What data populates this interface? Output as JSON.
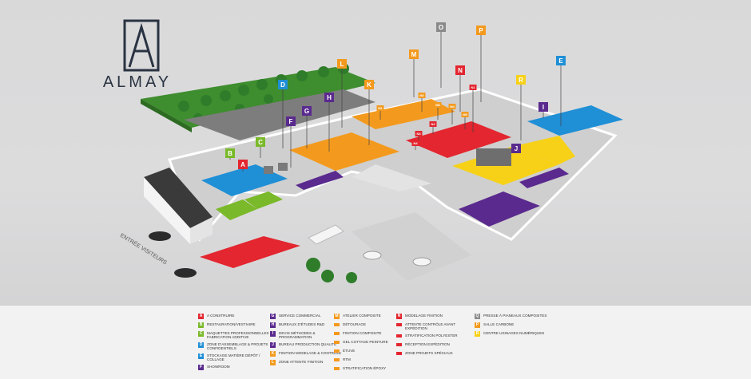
{
  "brand": {
    "name": "ALMAY"
  },
  "entrance_label": "ENTRÉE VISITEURS",
  "colors": {
    "red": "#e3262f",
    "green": "#7ab929",
    "blue": "#1f8fd6",
    "purple": "#5a2a8e",
    "orange": "#f39a1e",
    "yellow": "#f7d117",
    "grey": "#8a8a8a",
    "dgrey": "#555555",
    "salmon": "#f09a80"
  },
  "map_pins": [
    {
      "id": "A",
      "color": "red"
    },
    {
      "id": "B",
      "color": "green"
    },
    {
      "id": "C",
      "color": "green"
    },
    {
      "id": "D",
      "color": "blue"
    },
    {
      "id": "E",
      "color": "blue"
    },
    {
      "id": "F",
      "color": "purple"
    },
    {
      "id": "G",
      "color": "purple"
    },
    {
      "id": "H",
      "color": "purple"
    },
    {
      "id": "I",
      "color": "purple"
    },
    {
      "id": "J",
      "color": "purple"
    },
    {
      "id": "K",
      "color": "orange"
    },
    {
      "id": "L",
      "color": "orange"
    },
    {
      "id": "M",
      "color": "orange"
    },
    {
      "id": "N",
      "color": "red"
    },
    {
      "id": "O",
      "color": "grey"
    },
    {
      "id": "P",
      "color": "orange"
    },
    {
      "id": "R",
      "color": "yellow"
    },
    {
      "id": "M1",
      "color": "orange"
    },
    {
      "id": "M2",
      "color": "orange"
    },
    {
      "id": "M3",
      "color": "orange"
    },
    {
      "id": "M4",
      "color": "orange"
    },
    {
      "id": "M5",
      "color": "orange"
    },
    {
      "id": "N1",
      "color": "red"
    },
    {
      "id": "N2",
      "color": "red"
    },
    {
      "id": "N3",
      "color": "red"
    },
    {
      "id": "N4",
      "color": "red"
    }
  ],
  "legend": {
    "col1": [
      {
        "code": "A",
        "color": "red",
        "label": "A construire"
      },
      {
        "code": "B",
        "color": "green",
        "label": "Restauration/vestiaire"
      },
      {
        "code": "C",
        "color": "green",
        "label": "Maquettes professionnelles fabrication additive"
      },
      {
        "code": "D",
        "color": "blue",
        "label": "Zone d'assemblage & projets confidentiels"
      },
      {
        "code": "E",
        "color": "blue",
        "label": "Stockage matière dépôt / collage"
      },
      {
        "code": "F",
        "color": "purple",
        "label": "Showroom"
      }
    ],
    "col2": [
      {
        "code": "G",
        "color": "purple",
        "label": "Service commercial"
      },
      {
        "code": "H",
        "color": "purple",
        "label": "Bureaux d'études R&D"
      },
      {
        "code": "I",
        "color": "purple",
        "label": "Devis méthodes & programmation"
      },
      {
        "code": "J",
        "color": "purple",
        "label": "Bureau production qualité"
      },
      {
        "code": "K",
        "color": "orange",
        "label": "Finition modelage & contrôle"
      },
      {
        "code": "L",
        "color": "orange",
        "label": "Zone attente finition"
      }
    ],
    "col3": [
      {
        "code": "M",
        "color": "orange",
        "label": "Atelier composite"
      },
      {
        "code": "",
        "color": "orange",
        "label": "Détourage"
      },
      {
        "code": "",
        "color": "orange",
        "label": "Finition composite"
      },
      {
        "code": "",
        "color": "orange",
        "label": "Gel cottage peinture"
      },
      {
        "code": "",
        "color": "orange",
        "label": "Étuve"
      },
      {
        "code": "",
        "color": "orange",
        "label": "RTM"
      },
      {
        "code": "",
        "color": "orange",
        "label": "Stratification époxy"
      }
    ],
    "col4": [
      {
        "code": "N",
        "color": "red",
        "label": "Modelage finition"
      },
      {
        "code": "",
        "color": "red",
        "label": "Attente contrôle avant expédition"
      },
      {
        "code": "",
        "color": "red",
        "label": "Stratification polyester"
      },
      {
        "code": "",
        "color": "red",
        "label": "Réception expédition"
      },
      {
        "code": "",
        "color": "red",
        "label": "Zone projets spéciaux"
      }
    ],
    "col5": [
      {
        "code": "Q",
        "color": "grey",
        "label": "Presse à pianeaux composites"
      },
      {
        "code": "P",
        "color": "orange",
        "label": "Salle carbone"
      },
      {
        "code": "R",
        "color": "yellow",
        "label": "Centre usinages numériques"
      }
    ]
  }
}
